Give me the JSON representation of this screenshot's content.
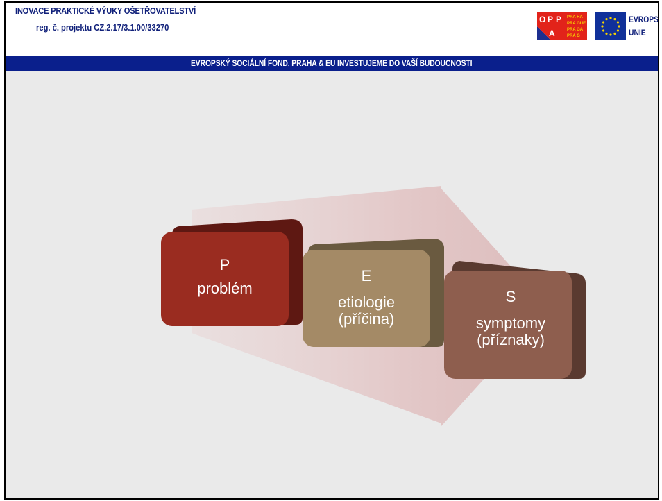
{
  "header": {
    "title": "INOVACE PRAKTICKÉ VÝUKY OŠETŘOVATELSTVÍ",
    "project": "reg. č. projektu CZ.2.17/3.1.00/33270",
    "logos": {
      "opp_letters": [
        "O",
        "P",
        "P",
        "A"
      ],
      "praha_text": [
        "PRA HA",
        "PRA GUE",
        "PRA GA",
        "PRA G"
      ],
      "eu_line1": "EVROPSKÁ",
      "eu_line2": "UNIE"
    }
  },
  "banner": {
    "text": "EVROPSKÝ SOCIÁLNÍ FOND, PRAHA & EU INVESTUJEME DO VAŠÍ BUDOUCNOSTI"
  },
  "diagram": {
    "nodes": [
      {
        "letter": "P",
        "label": "problém",
        "label2": "",
        "color": "#9a2c20"
      },
      {
        "letter": "E",
        "label": "etiologie",
        "label2": "(příčina)",
        "color": "#a48a66"
      },
      {
        "letter": "S",
        "label": "symptomy",
        "label2": "(příznaky)",
        "color": "#8e5e4e"
      }
    ],
    "arrow_color": "#e2c4c4"
  },
  "colors": {
    "banner": "#0a1f8c",
    "header_text": "#10207a",
    "content_bg": "#eaeaea"
  }
}
